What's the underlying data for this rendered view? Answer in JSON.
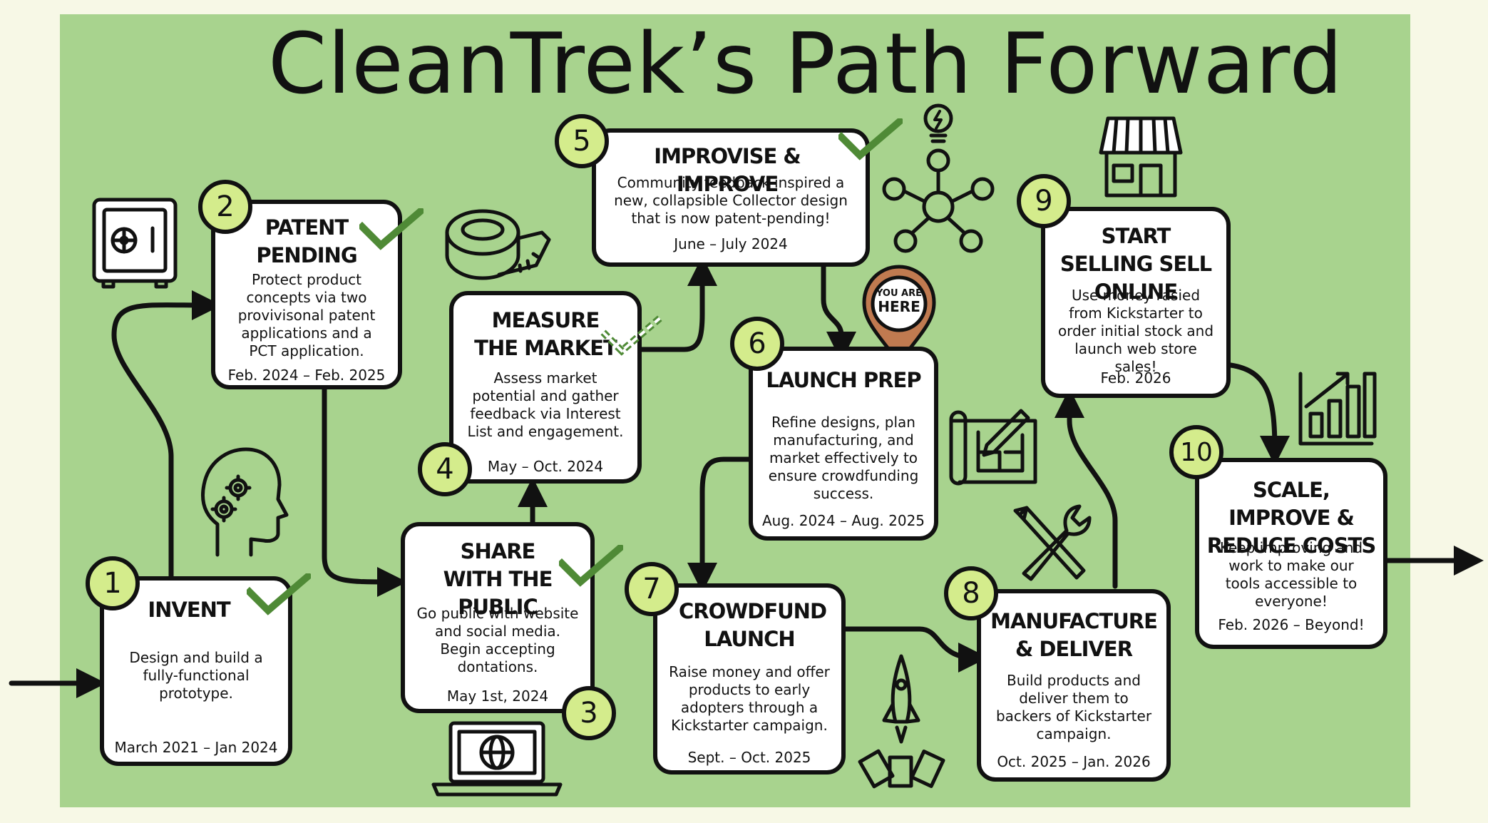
{
  "title": "CleanTrek’s Path Forward",
  "pin": {
    "line1": "YOU ARE",
    "line2": "HERE"
  },
  "steps": [
    {
      "number": "1",
      "title": "INVENT",
      "description": "Design and build a fully-functional prototype.",
      "date": "March 2021 – Jan 2024",
      "completed": true
    },
    {
      "number": "2",
      "title": "PATENT PENDING",
      "description": "Protect product concepts via two provivisonal patent applications and a PCT application.",
      "date": "Feb. 2024 – Feb. 2025",
      "completed": true
    },
    {
      "number": "3",
      "title": "SHARE WITH THE PUBLIC",
      "description": "Go public with website and social media. Begin accepting dontations.",
      "date": "May 1st, 2024",
      "completed": true
    },
    {
      "number": "4",
      "title": "MEASURE THE MARKET",
      "description": "Assess market potential and gather feedback via Interest List and engagement.",
      "date": "May – Oct. 2024",
      "completed": "partial"
    },
    {
      "number": "5",
      "title": "IMPROVISE & IMPROVE",
      "description": "Community feedback inspired a new, collapsible Collector design that is now patent-pending!",
      "date": "June – July 2024",
      "completed": true
    },
    {
      "number": "6",
      "title": "LAUNCH PREP",
      "description": "Refine designs, plan manufacturing, and market effectively to ensure crowdfunding success.",
      "date": "Aug. 2024 – Aug. 2025",
      "completed": false
    },
    {
      "number": "7",
      "title": "CROWDFUND LAUNCH",
      "description": "Raise money and offer products to early adopters through a Kickstarter campaign.",
      "date": "Sept. – Oct. 2025",
      "completed": false
    },
    {
      "number": "8",
      "title": "MANUFACTURE & DELIVER",
      "description": "Build products and deliver them to backers of Kickstarter campaign.",
      "date": "Oct. 2025 – Jan. 2026",
      "completed": false
    },
    {
      "number": "9",
      "title": "START SELLING SELL ONLINE",
      "description": "Use money rasied from Kickstarter to order initial stock and launch web store sales!",
      "date": "Feb. 2026",
      "completed": false
    },
    {
      "number": "10",
      "title": "SCALE, IMPROVE & REDUCE COSTS",
      "description": "Keep improving and work to make our tools accessible to everyone!",
      "date": "Feb. 2026 – Beyond!",
      "completed": false
    }
  ],
  "colors": {
    "board": "#a8d38e",
    "background": "#f7f8e6",
    "badge": "#d4ec8c",
    "check": "#4f8a36",
    "pin": "#c07a50",
    "ink": "#111111"
  },
  "icons": [
    "safe-icon",
    "brain-gears-icon",
    "tape-measure-icon",
    "laptop-globe-icon",
    "lightbulb-network-icon",
    "location-pin-icon",
    "blueprint-icon",
    "rocket-money-icon",
    "tools-icon",
    "storefront-icon",
    "growth-chart-icon"
  ]
}
